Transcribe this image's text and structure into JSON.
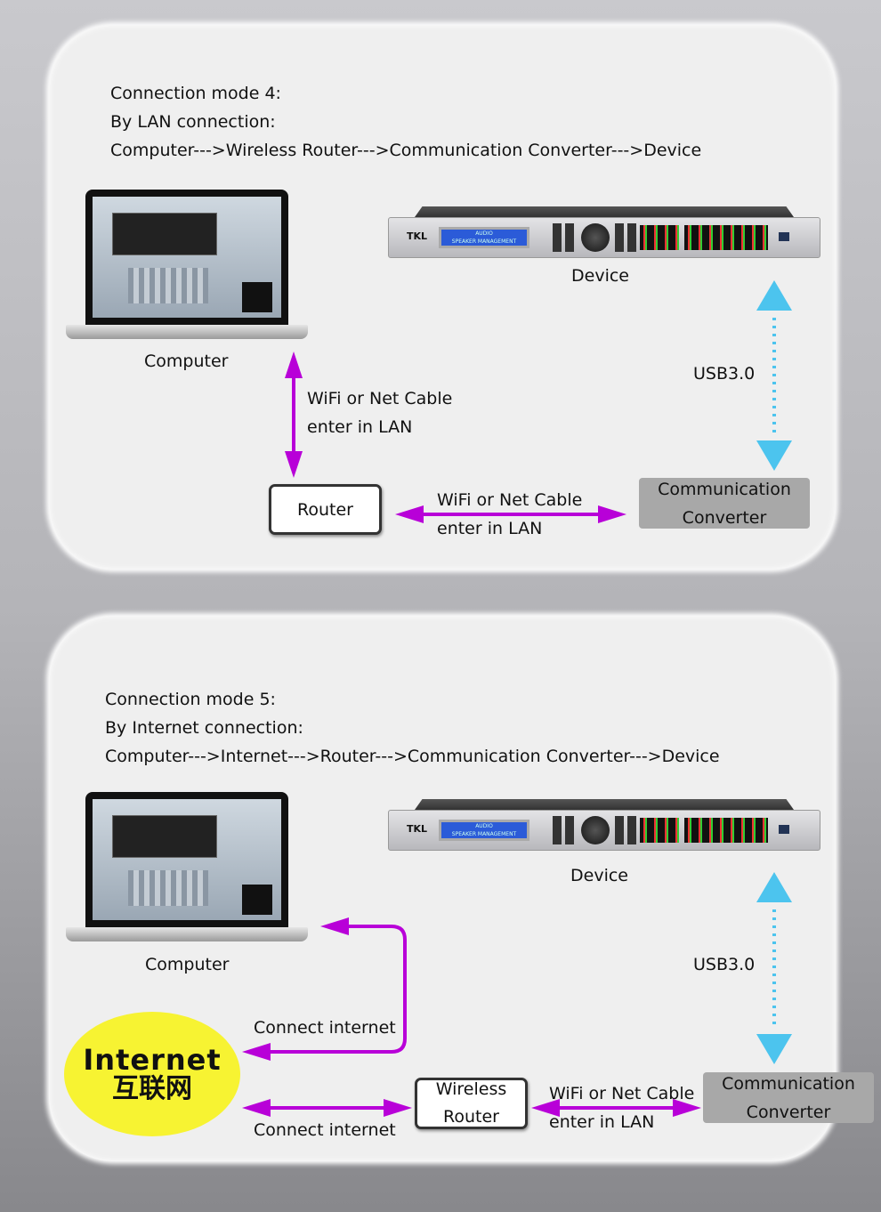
{
  "mode4": {
    "title": "Connection mode 4:",
    "subtitle": "By LAN connection:",
    "path": "Computer--->Wireless Router--->Communication Converter--->Device",
    "computer": "Computer",
    "device": "Device",
    "usb": "USB3.0",
    "link1_a": "WiFi or Net Cable",
    "link1_b": "enter in LAN",
    "router": "Router",
    "link2_a": "WiFi or Net Cable",
    "link2_b": "enter in LAN",
    "converter_a": "Communication",
    "converter_b": "Converter"
  },
  "mode5": {
    "title": "Connection mode 5:",
    "subtitle": "By Internet connection:",
    "path": "Computer--->Internet--->Router--->Communication Converter--->Device",
    "computer": "Computer",
    "device": "Device",
    "usb": "USB3.0",
    "internet_en": "Internet",
    "internet_cn": "互联网",
    "connect1": "Connect internet",
    "connect2": "Connect internet",
    "router_a": "Wireless",
    "router_b": "Router",
    "link_a": "WiFi or Net Cable",
    "link_b": "enter in LAN",
    "converter_a": "Communication",
    "converter_b": "Converter"
  },
  "device_screen": {
    "line1": "AUDIO",
    "line2": "SPEAKER MANAGEMENT",
    "brand": "TKL"
  },
  "colors": {
    "arrow_purple": "#b800d8",
    "arrow_cyan": "#4cc4ee",
    "internet_yellow": "#f7f332"
  }
}
